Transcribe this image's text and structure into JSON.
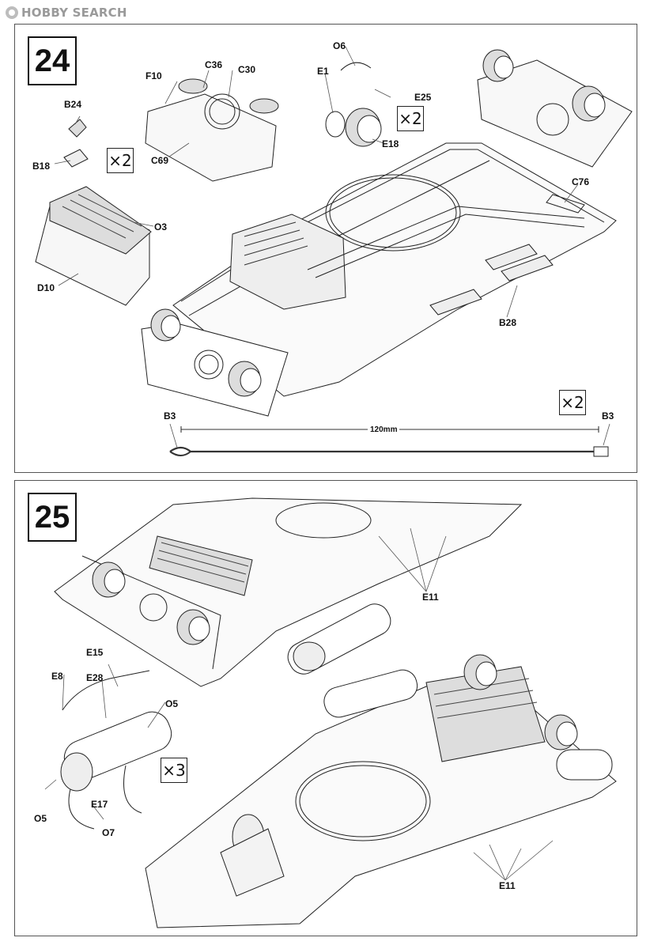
{
  "watermark": {
    "text": "HOBBY SEARCH"
  },
  "step24": {
    "number": "24",
    "labels": {
      "b24": "B24",
      "b18": "B18",
      "f10": "F10",
      "c36": "C36",
      "c30": "C30",
      "c69": "C69",
      "o6": "O6",
      "e1": "E1",
      "e25": "E25",
      "e18": "E18",
      "o3": "O3",
      "d10": "D10",
      "c76": "C76",
      "b28": "B28",
      "b3_left": "B3",
      "b3_right": "B3"
    },
    "qty_tail": "×2",
    "qty_e18": "×2",
    "qty_cable": "×2",
    "cable_length": "120mm"
  },
  "step25": {
    "number": "25",
    "labels": {
      "e11_top": "E11",
      "e15": "E15",
      "e8": "E8",
      "e28": "E28",
      "o5_right": "O5",
      "e17": "E17",
      "o5_left": "O5",
      "o7": "O7",
      "e11_bottom": "E11"
    },
    "qty_tank": "×3"
  }
}
